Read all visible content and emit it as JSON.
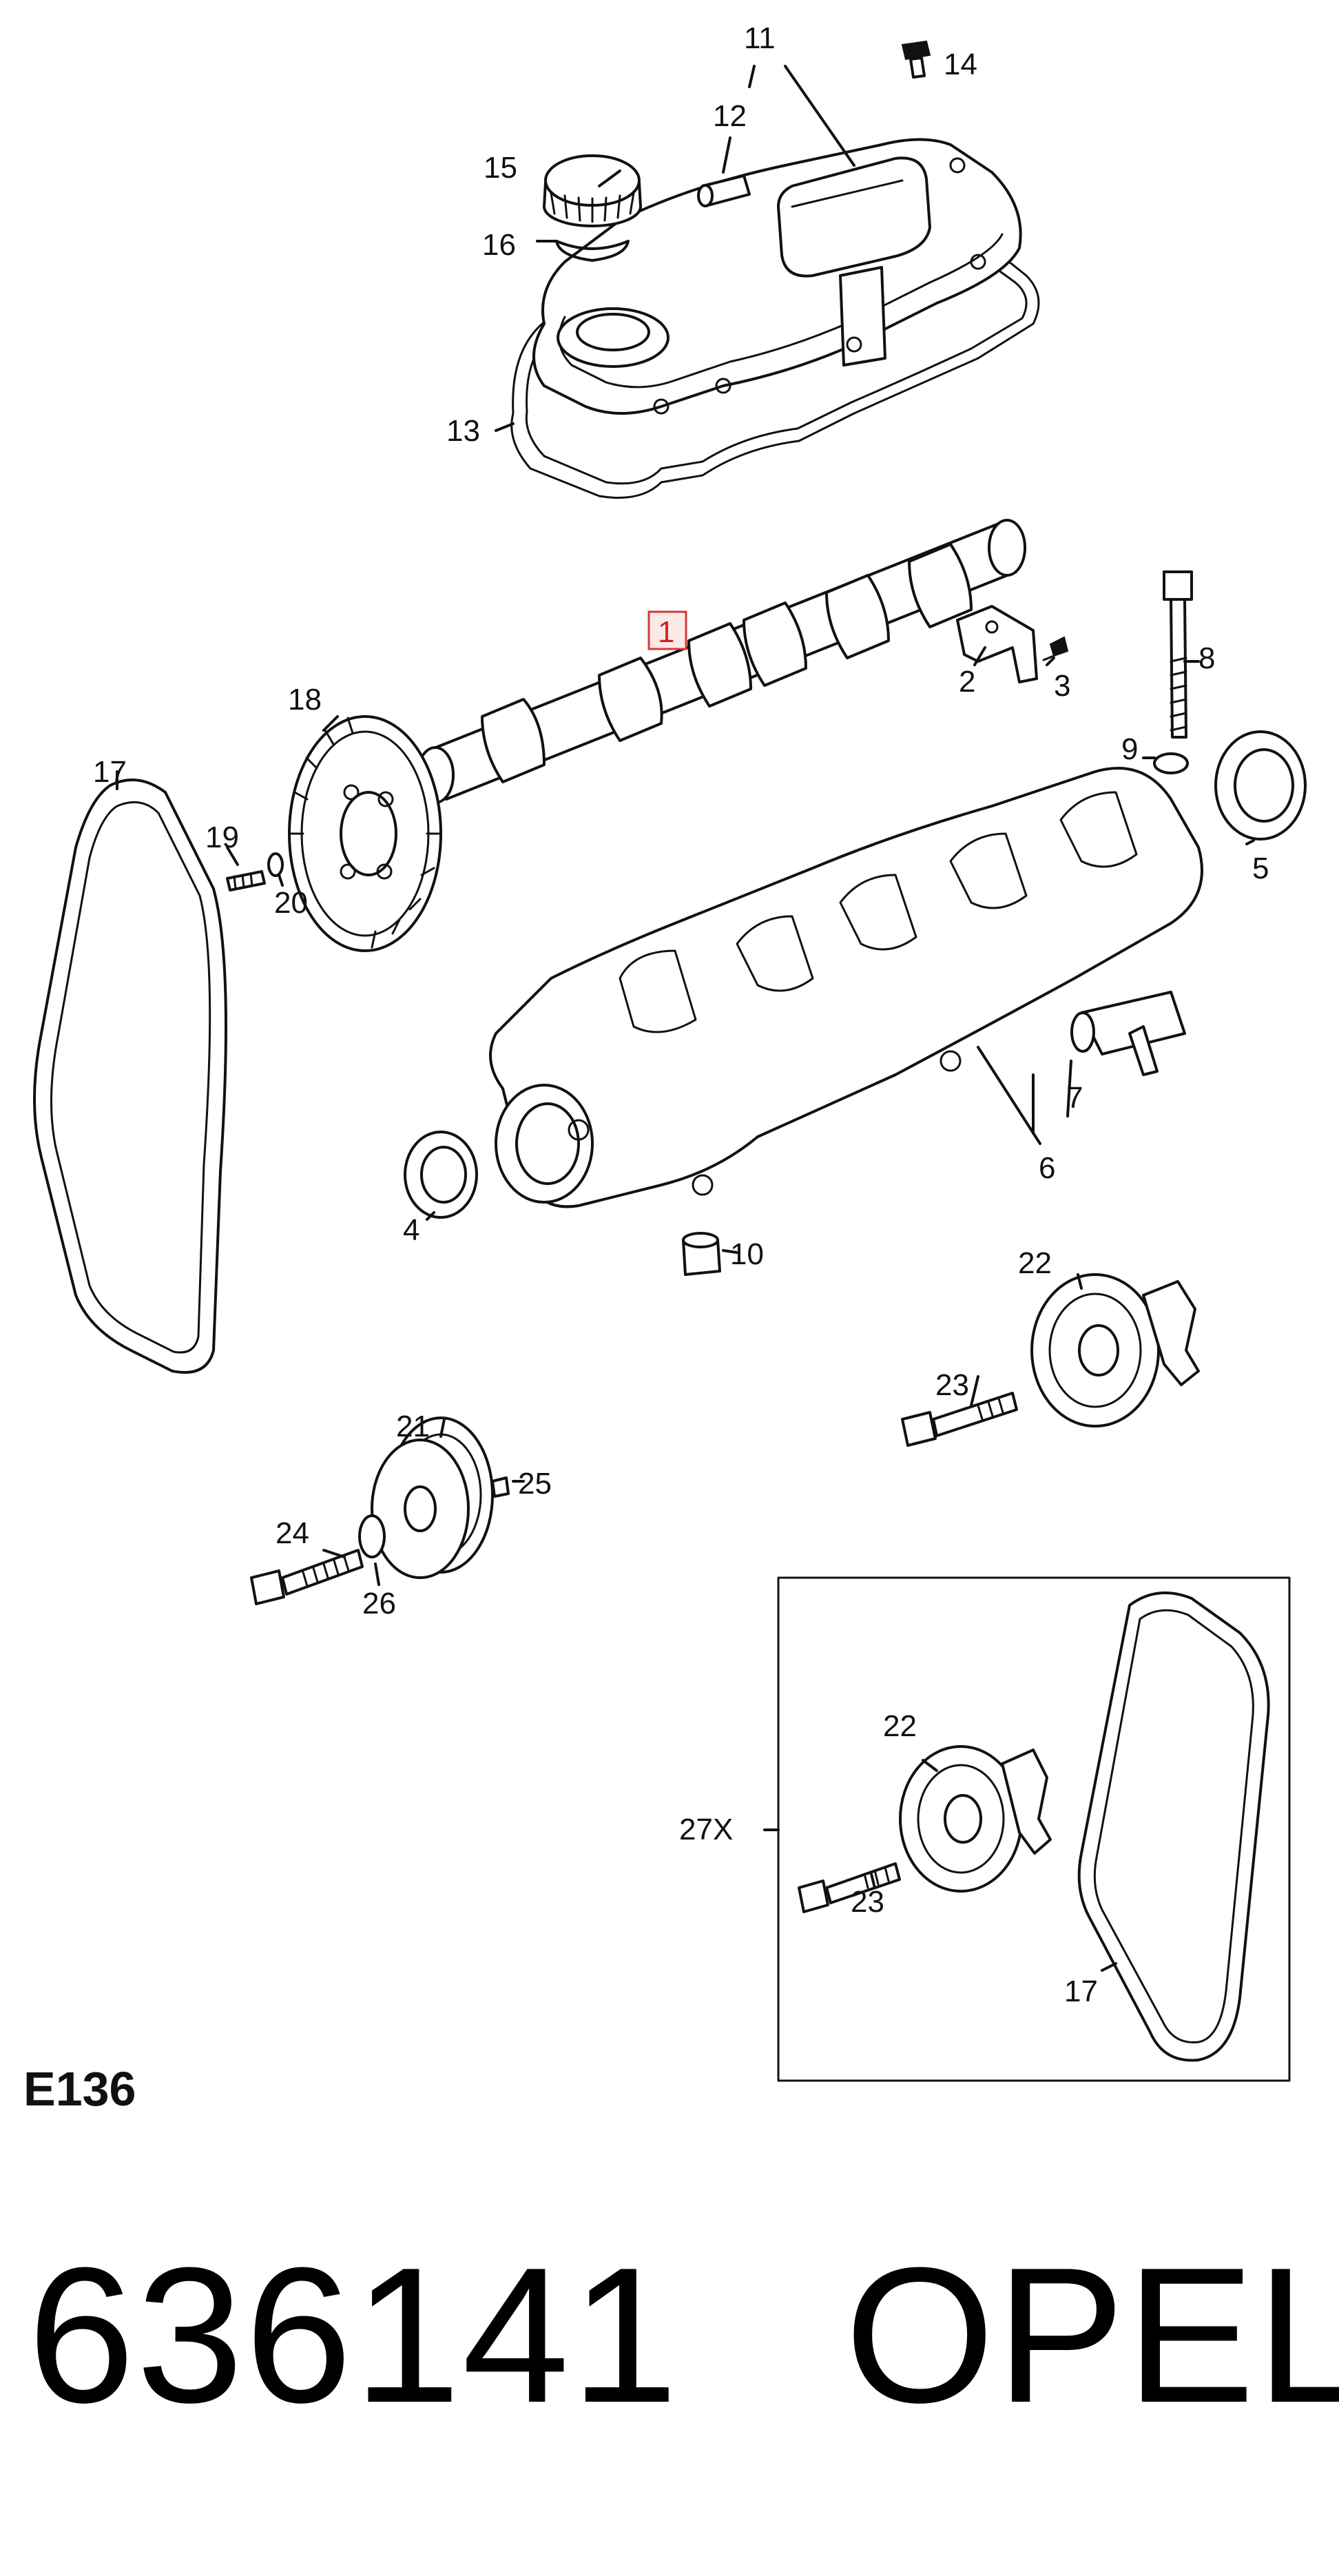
{
  "diagram": {
    "highlight_color": "#d23a3a",
    "callouts": {
      "c1": "1",
      "c2": "2",
      "c3": "3",
      "c4": "4",
      "c5": "5",
      "c6": "6",
      "c7": "7",
      "c8": "8",
      "c9": "9",
      "c10": "10",
      "c11": "11",
      "c12": "12",
      "c13": "13",
      "c14": "14",
      "c15": "15",
      "c16": "16",
      "c17": "17",
      "c18": "18",
      "c19": "19",
      "c20": "20",
      "c21": "21",
      "c22": "22",
      "c23": "23",
      "c24": "24",
      "c25": "25",
      "c26": "26",
      "inset_27x": "27X",
      "inset_22": "22",
      "inset_23": "23",
      "inset_17": "17"
    },
    "diagram_code": "E136"
  },
  "footer": {
    "part_number": "636141",
    "brand": "OPEL"
  }
}
